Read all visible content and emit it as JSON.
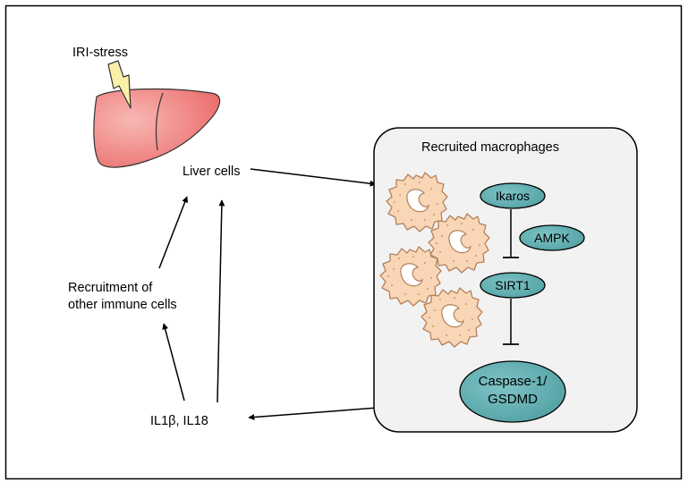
{
  "labels": {
    "iri_stress": "IRI-stress",
    "liver_cells": "Liver cells",
    "recruitment_line1": "Recruitment of",
    "recruitment_line2": "other immune cells",
    "cytokines": "IL1β, IL18",
    "box_title": "Recruited macrophages"
  },
  "nodes": {
    "ikaros": "Ikaros",
    "ampk": "AMPK",
    "sirt1": "SIRT1",
    "caspase_line1": "Caspase-1/",
    "caspase_line2": "GSDMD"
  },
  "colors": {
    "node_fill": "#4d9da0",
    "box_fill": "#f2f2f2",
    "liver_light": "#f8b8b4",
    "liver_dark": "#e85f5f",
    "macrophage_fill": "#f8d6b6",
    "macrophage_stroke": "#b5805a",
    "lightning_fill": "#fbf0a8"
  },
  "icons": [
    "liver-icon",
    "lightning-icon",
    "macrophage-icon"
  ]
}
